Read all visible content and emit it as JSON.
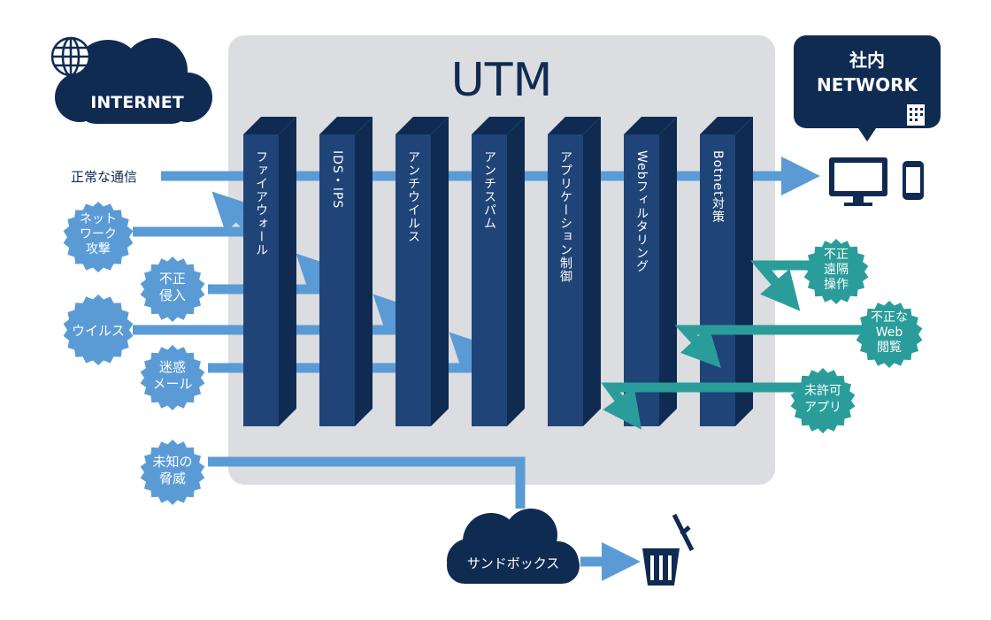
{
  "title": "UTM",
  "internet": {
    "label": "INTERNET"
  },
  "company_network": {
    "line1": "社内",
    "line2": "NETWORK"
  },
  "normal_traffic": {
    "label": "正常な通信"
  },
  "threats": {
    "network_attack": {
      "line1": "ネット",
      "line2": "ワーク",
      "line3": "攻撃"
    },
    "intrusion": {
      "line1": "不正",
      "line2": "侵入"
    },
    "virus": {
      "label": "ウイルス"
    },
    "spam": {
      "line1": "迷惑",
      "line2": "メール"
    },
    "unknown": {
      "line1": "未知の",
      "line2": "脅威"
    }
  },
  "layers": [
    {
      "label": "ファイアウォール"
    },
    {
      "label": "IDS・IPS"
    },
    {
      "label": "アンチウイルス"
    },
    {
      "label": "アンチスパム"
    },
    {
      "label": "アプリケーション制御"
    },
    {
      "label": "Webフィルタリング"
    },
    {
      "label": "Botnet対策"
    }
  ],
  "blocked": {
    "remote": {
      "line1": "不正",
      "line2": "遠隔",
      "line3": "操作"
    },
    "web": {
      "line1": "不正な",
      "line2": "Web",
      "line3": "閲覧"
    },
    "app": {
      "line1": "未許可",
      "line2": "アプリ"
    }
  },
  "sandbox": {
    "label": "サンドボックス"
  },
  "colors": {
    "navy": "#0f2b52",
    "navy_side": "#1f4477",
    "light_blue": "#5b9bd5",
    "teal": "#2a9d9a",
    "panel": "#dcdde0"
  }
}
